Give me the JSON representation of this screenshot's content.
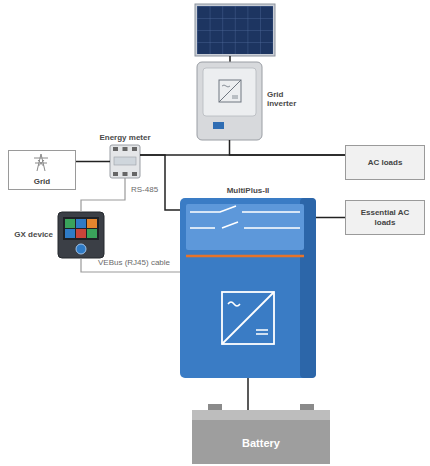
{
  "diagram": {
    "nodes": [
      {
        "text": [
          "Grid inverter"
        ]
      },
      {
        "text": [
          "Grid"
        ]
      },
      {
        "text": [
          "Energy meter"
        ]
      },
      {
        "text": [
          "AC loads"
        ]
      },
      {
        "text": [
          "Essential AC loads"
        ]
      },
      {
        "text": [
          "MultiPlus-II"
        ]
      },
      {
        "text": [
          "GX device"
        ]
      },
      {
        "text": [
          "Battery"
        ]
      }
    ],
    "edges": [
      {
        "from": 1,
        "to": 2,
        "arrow": "none"
      },
      {
        "from": 2,
        "to": 3,
        "arrow": "none"
      },
      {
        "from": 0,
        "to": 3,
        "arrow": "none"
      },
      {
        "from": 2,
        "to": 5,
        "arrow": "none"
      },
      {
        "from": 5,
        "to": 4,
        "arrow": "none"
      },
      {
        "from": 5,
        "to": 7,
        "arrow": "none"
      },
      {
        "from": 2,
        "to": 6,
        "label": "RS-485",
        "arrow": "none"
      },
      {
        "from": 6,
        "to": 5,
        "label": "VEBus (RJ45) cable",
        "arrow": "none"
      }
    ]
  }
}
